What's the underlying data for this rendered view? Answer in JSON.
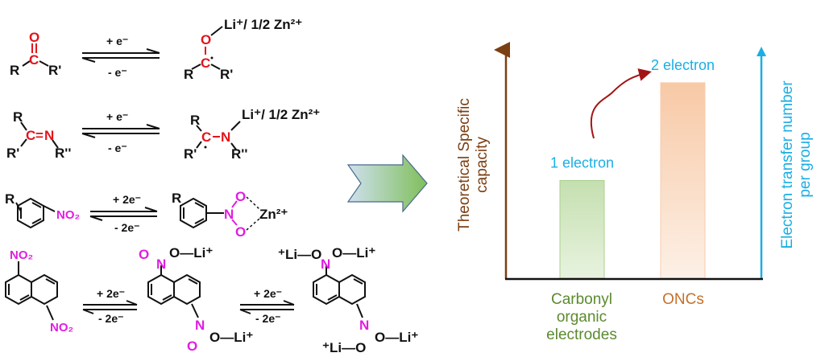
{
  "reactions": {
    "carbonyl": {
      "o": "O",
      "c": "C",
      "r": "R",
      "r1": "R'",
      "fwd": "+ e⁻",
      "rev": "- e⁻",
      "prod_o": "O",
      "prod_c": "C",
      "prod_r": "R",
      "prod_r1": "R'",
      "cation": "Li⁺/ 1/2 Zn²⁺"
    },
    "imine": {
      "r": "R",
      "c": "C",
      "eq": "=",
      "n": "N",
      "r1": "R'",
      "r2": "R''",
      "fwd": "+ e⁻",
      "rev": "- e⁻",
      "prod_r": "R",
      "prod_c": "C",
      "prod_n": "N",
      "prod_r1": "R'",
      "prod_r2": "R''",
      "cation": "Li⁺/ 1/2 Zn²⁺"
    },
    "nitrobenzene": {
      "r": "R",
      "no2": "NO₂",
      "fwd": "+ 2e⁻",
      "rev": "- 2e⁻",
      "prod_r": "R",
      "prod_n": "N",
      "prod_o1": "O",
      "prod_o2": "O",
      "zn": "Zn²⁺"
    },
    "dinitronaphthalene": {
      "no2_top": "NO₂",
      "no2_bottom": "NO₂",
      "fwd1": "+ 2e⁻",
      "rev1": "- 2e⁻",
      "fwd2": "+ 2e⁻",
      "rev2": "- 2e⁻",
      "o": "O",
      "n": "N",
      "oli": "O—Li⁺",
      "lio": "⁺Li—O"
    }
  },
  "chart_data": {
    "type": "bar",
    "categories": [
      "Carbonyl organic electrodes",
      "ONCs"
    ],
    "category_lines": [
      [
        "Carbonyl",
        "organic",
        "electrodes"
      ],
      [
        "ONCs"
      ]
    ],
    "values": [
      1,
      2
    ],
    "data_labels": [
      "1 electron",
      "2 electron"
    ],
    "ylabel_left": [
      "Theoretical Specific",
      "capacity"
    ],
    "ylabel_right": [
      "Electron transfer number",
      "per group"
    ],
    "ylim": [
      0,
      2.2
    ],
    "colors": {
      "bar1": "#a9d18e",
      "bar2": "#f8cbad",
      "left_axis": "#7b3f12",
      "right_axis": "#1aaee5",
      "label_blue": "#1aaee5",
      "cat1": "#5b8a2e",
      "cat2": "#c5702b",
      "arrow": "#a31515"
    }
  }
}
